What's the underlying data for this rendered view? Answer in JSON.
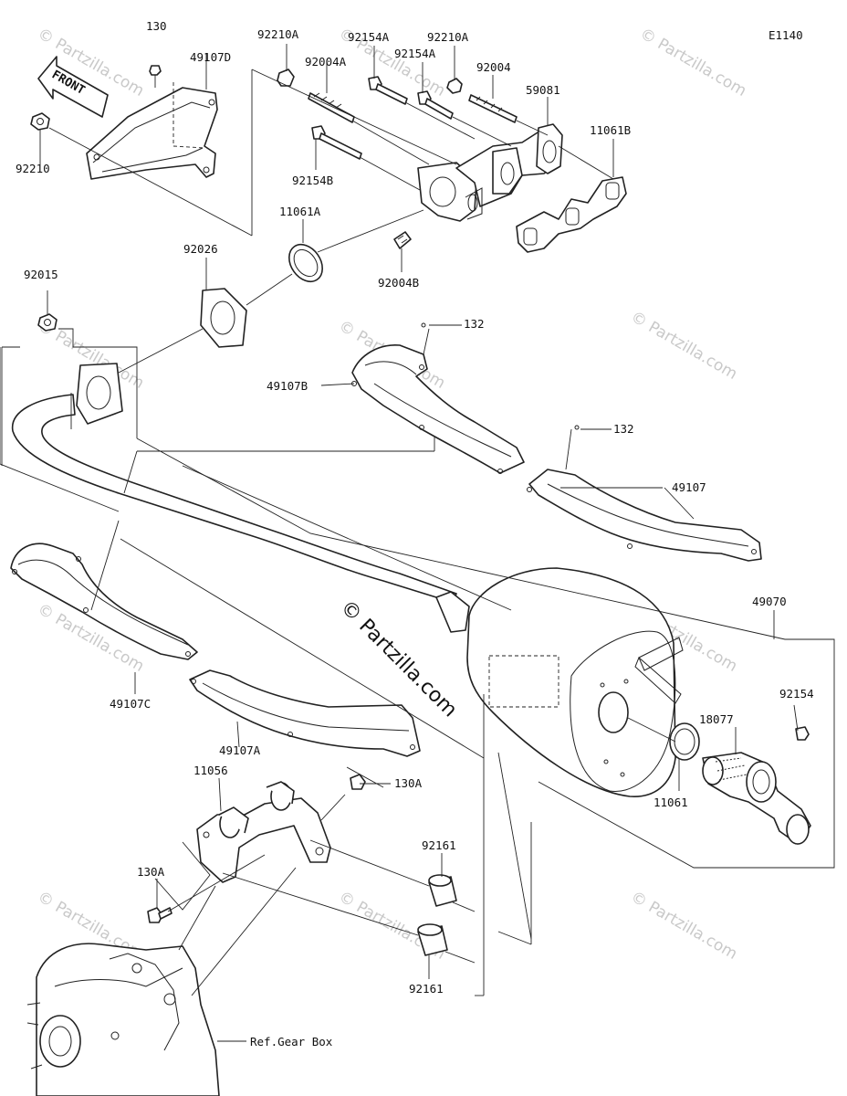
{
  "diagram_code": "E1140",
  "front_label": "FRONT",
  "watermark": "© Partzilla.com",
  "watermark_main": "© Partzilla.com",
  "reference_label": "Ref.Gear Box",
  "parts": {
    "p130": "130",
    "p49107D": "49107D",
    "p92210A_left": "92210A",
    "p92154A_left": "92154A",
    "p92210A_right": "92210A",
    "p92004A": "92004A",
    "p92154A_right": "92154A",
    "p92004": "92004",
    "p59081": "59081",
    "p11061B": "11061B",
    "p92210": "92210",
    "p92154B": "92154B",
    "p11061A": "11061A",
    "p92026": "92026",
    "p92004B": "92004B",
    "p92015": "92015",
    "p132_upper": "132",
    "p49107B": "49107B",
    "p132_lower": "132",
    "p49107": "49107",
    "p49070": "49070",
    "p49107C": "49107C",
    "p92154": "92154",
    "p18077": "18077",
    "p11061": "11061",
    "p49107A": "49107A",
    "p11056": "11056",
    "p130A_upper": "130A",
    "p92161_upper": "92161",
    "p130A_lower": "130A",
    "p92161_lower": "92161"
  }
}
